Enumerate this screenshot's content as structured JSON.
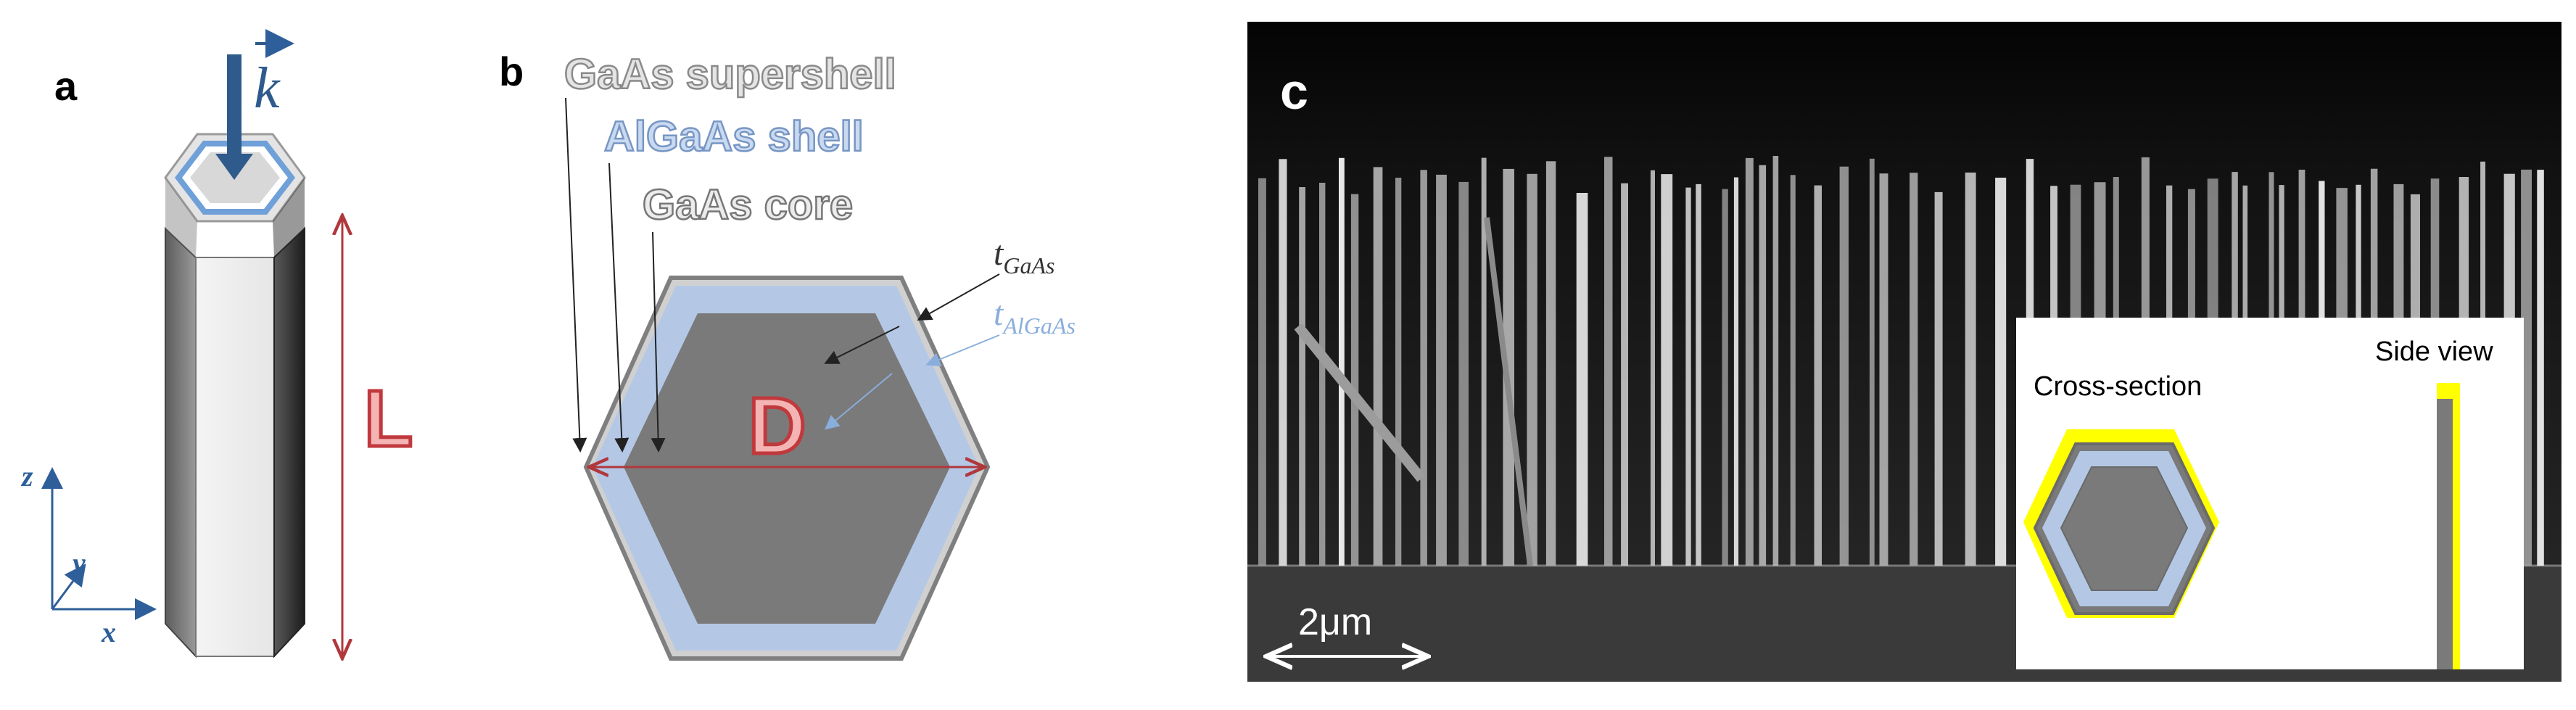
{
  "panels": {
    "a": {
      "label": "a",
      "wavevector": "k",
      "length_label": "L",
      "axes": {
        "z": "z",
        "y": "y",
        "x": "x"
      }
    },
    "b": {
      "label": "b",
      "layers": {
        "supershell": "GaAs supershell",
        "shell": "AlGaAs shell",
        "core": "GaAs core"
      },
      "thickness_gaas": {
        "sym": "t",
        "sub": "GaAs"
      },
      "thickness_algaas": {
        "sym": "t",
        "sub": "AlGaAs"
      },
      "diameter_label": "D"
    },
    "c": {
      "label": "c",
      "scale_bar": "2μm",
      "inset": {
        "cross_section": "Cross-section",
        "side_view": "Side view"
      }
    }
  },
  "colors": {
    "gaas_dark": "#7a7a7a",
    "algaas_blue": "#b4c8e6",
    "supershell_gray": "#d8d8d8",
    "supershell_yellow": "#ffff00",
    "accent_red": "#b0383c",
    "axis_blue": "#2e5f9a",
    "arrow_blue": "#2f5a8c"
  }
}
